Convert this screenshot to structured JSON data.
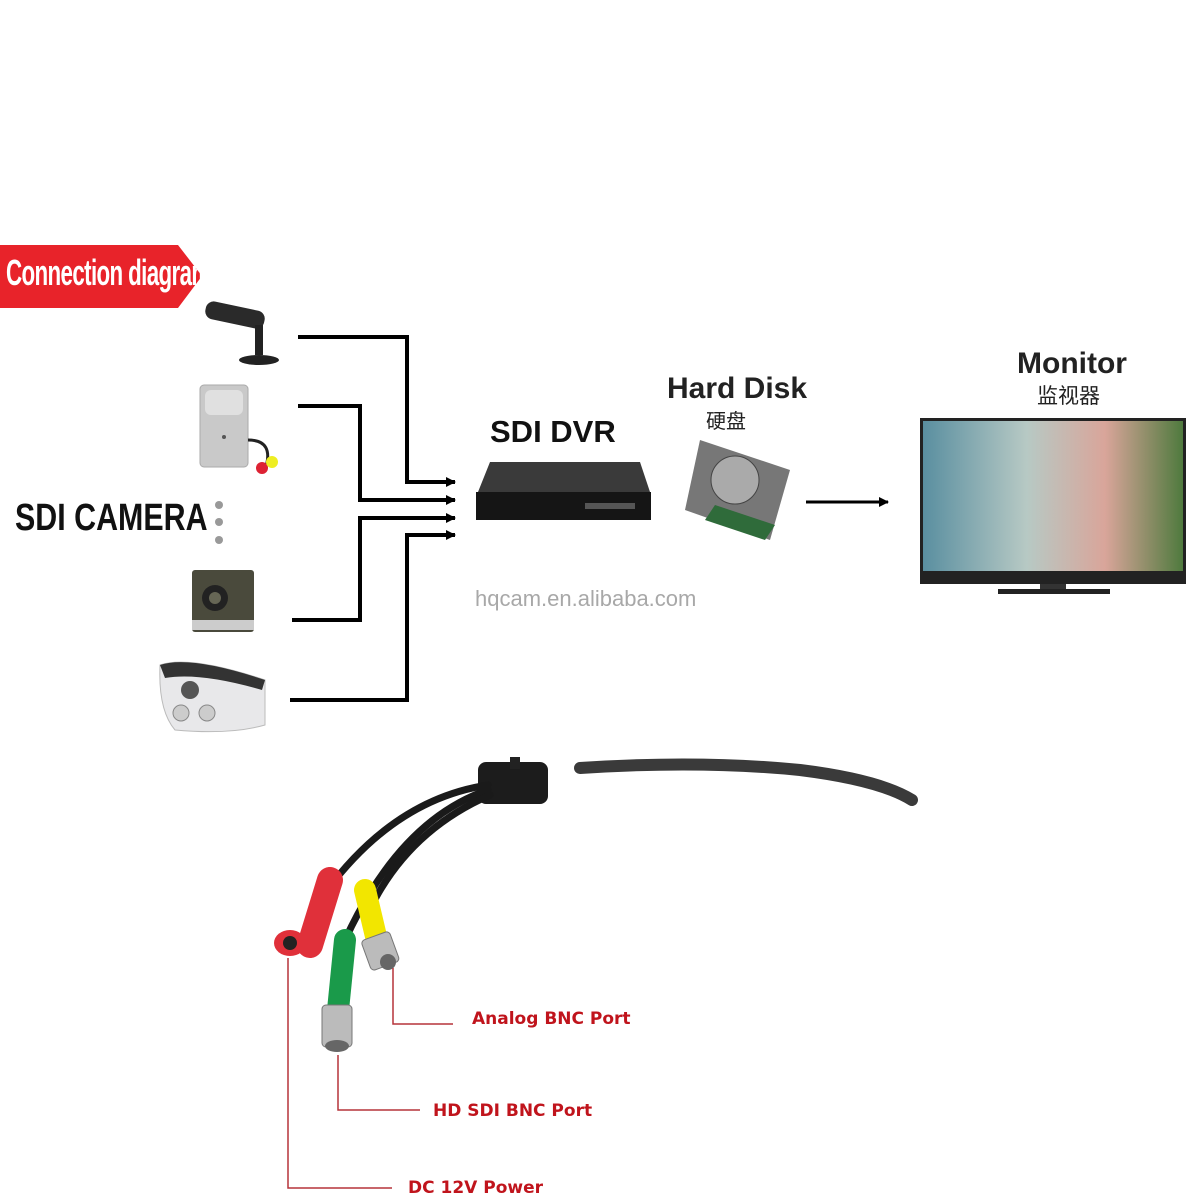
{
  "banner": {
    "title": "Connection diagram",
    "color": "#e8232a"
  },
  "cameras": {
    "label": "SDI CAMERA"
  },
  "dvr": {
    "label": "SDI DVR"
  },
  "hard_disk": {
    "label": "Hard Disk",
    "label_cn": "硬盘"
  },
  "monitor": {
    "label": "Monitor",
    "label_cn": "监视器"
  },
  "watermark": "hqcam.en.alibaba.com",
  "cable": {
    "ports": [
      {
        "label": "Analog BNC Port",
        "color": "#f2e600"
      },
      {
        "label": "HD SDI BNC Port",
        "color": "#1a9a4a"
      },
      {
        "label": "DC 12V Power",
        "color": "#e0303a"
      }
    ],
    "label_color": "#c0141c"
  }
}
